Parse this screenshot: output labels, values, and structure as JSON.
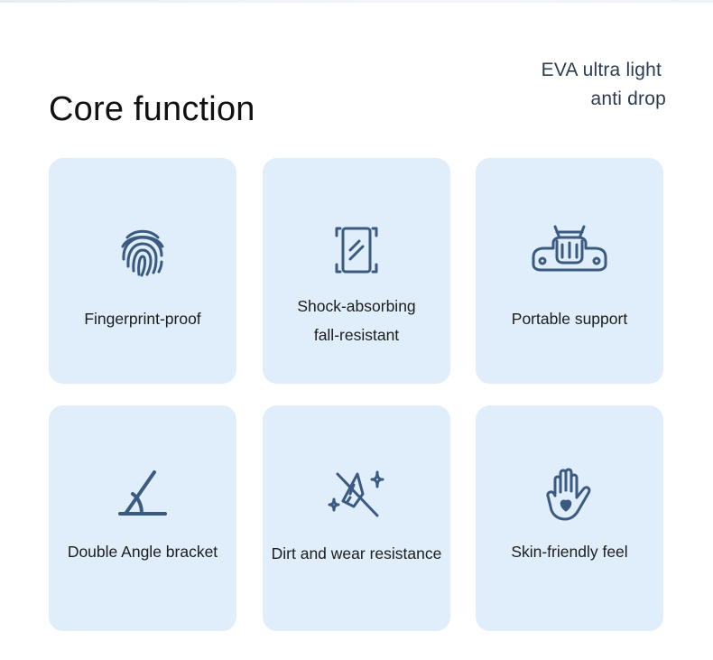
{
  "header": {
    "title": "Core function",
    "tagline_line1": "EVA ultra light",
    "tagline_line2": "anti drop"
  },
  "colors": {
    "card_background": "#dfeefa",
    "icon_color": "#3a5a82",
    "title_color": "#111111"
  },
  "features": [
    {
      "icon": "fingerprint-icon",
      "label_line1": "Fingerprint-proof",
      "label_line2": ""
    },
    {
      "icon": "shock-absorbing-icon",
      "label_line1": "Shock-absorbing",
      "label_line2": "fall-resistant"
    },
    {
      "icon": "portable-support-icon",
      "label_line1": "Portable support",
      "label_line2": ""
    },
    {
      "icon": "angle-bracket-icon",
      "label_line1": "Double Angle bracket",
      "label_line2": ""
    },
    {
      "icon": "dirt-wear-resistance-icon",
      "label_line1": "Dirt and wear resistance",
      "label_line2": ""
    },
    {
      "icon": "hand-heart-icon",
      "label_line1": "Skin-friendly feel",
      "label_line2": ""
    }
  ]
}
